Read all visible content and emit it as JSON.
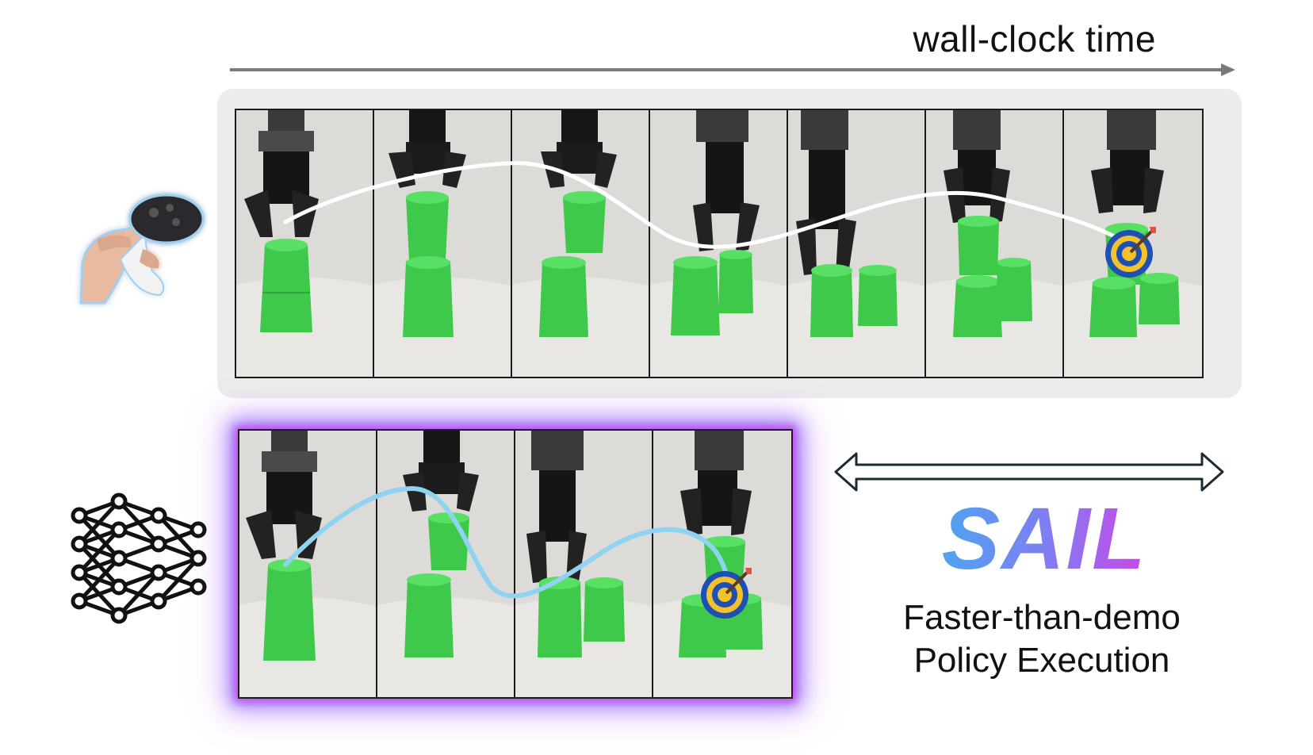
{
  "header": {
    "time_label": "wall-clock time"
  },
  "demo": {
    "frame_count": 7,
    "trajectory_color": "#ffffff"
  },
  "policy": {
    "frame_count": 4,
    "trajectory_color": "#8fd3f0",
    "glow_colors": [
      "#4aa8f0",
      "#c84cf0"
    ]
  },
  "icons": {
    "teleop": "vr-controller-hand-icon",
    "policy": "neural-network-icon",
    "target": "bullseye-target-icon",
    "double_arrow": "double-arrow-icon"
  },
  "brand": {
    "name": "SAIL",
    "gradient": [
      "#4aa8f0",
      "#7d7ff2",
      "#d63fe6"
    ]
  },
  "caption": {
    "line1": "Faster-than-demo",
    "line2": "Policy Execution"
  }
}
